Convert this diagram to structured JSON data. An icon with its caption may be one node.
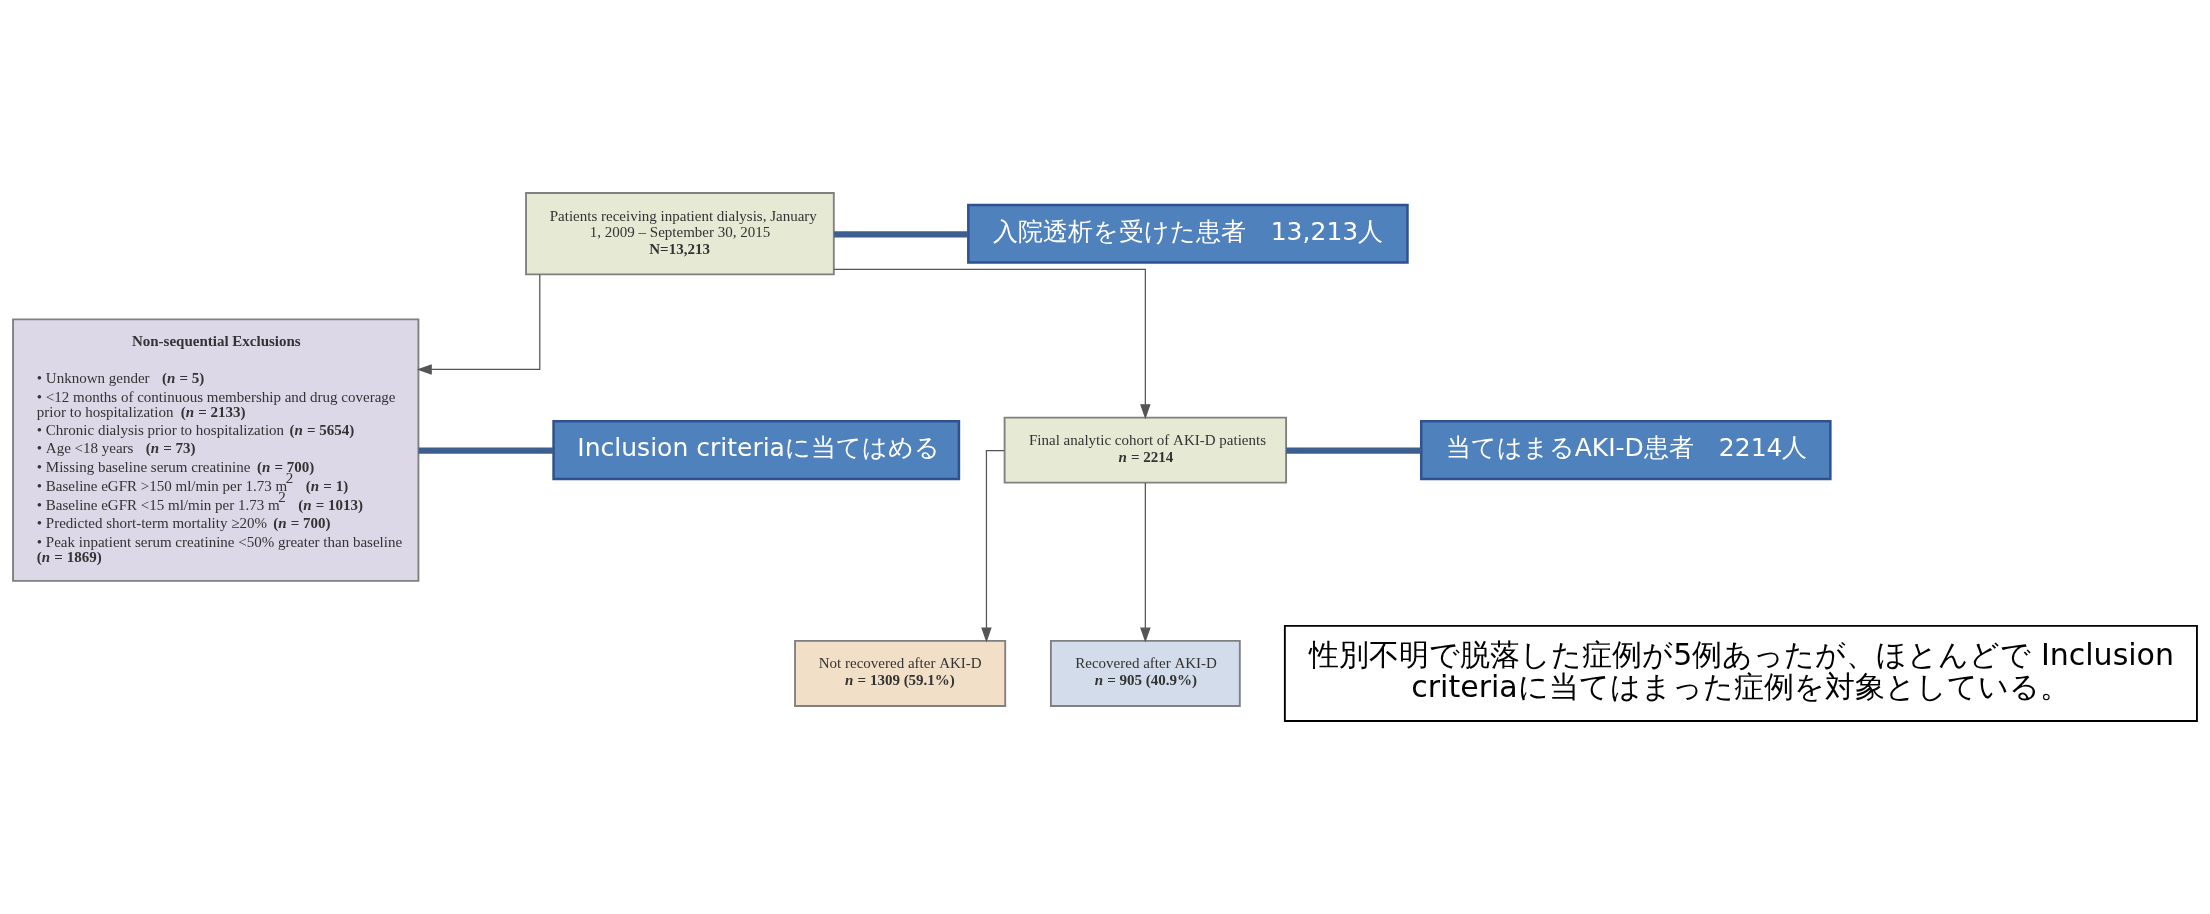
{
  "diagram": {
    "nodes": [
      {
        "text": [
          "Patients receiving inpatient dialysis, January 1, 2009 – September 30, 2015",
          "**N=13,213**"
        ]
      },
      {
        "text": [
          "**Non-sequential Exclusions**",
          "• Unknown gender **(*n* = 5)**",
          "• <12 months of continuous membership and drug coverage prior to hospitalization **(*n* = 2133)**",
          "• Chronic dialysis prior to hospitalization **(*n* = 5654)**",
          "• Age <18 years **(*n* = 73)**",
          "• Missing baseline serum creatinine **(*n* = 700)**",
          "• Baseline eGFR >150 ml/min per 1.73 m$^{2}$ **(*n* = 1)**",
          "• Baseline eGFR <15 ml/min per 1.73 m$^{2}$ **(*n* = 1013)**",
          "• Predicted short-term mortality ≥20% **(*n* = 700)**",
          "• Peak inpatient serum creatinine <50% greater than baseline **(*n* = 1869)**"
        ]
      },
      {
        "text": [
          "Final analytic cohort of AKI-D patients",
          "***n* = 2214**"
        ]
      },
      {
        "text": [
          "Not recovered after AKI-D",
          "***n* = 1309 (59.1%)**"
        ]
      },
      {
        "text": [
          "Recovered after AKI-D",
          "***n* = 905 (40.9%)**"
        ]
      },
      {
        "text": [
          "入院透析を受けた患者　13,213人"
        ]
      },
      {
        "text": [
          "Inclusion criteriaに当てはめる"
        ]
      },
      {
        "text": [
          "当てはまるAKI-D患者　2214人"
        ]
      },
      {
        "text": [
          "性別不明で脱落した症例が5例あったが、ほとんどで Inclusion criteriaに当てはまった症例を対象としている。"
        ]
      }
    ],
    "edges": [
      {
        "from": 0,
        "to": 1,
        "arrow": "to"
      },
      {
        "from": 0,
        "to": 2,
        "arrow": "to"
      },
      {
        "from": 2,
        "to": 3,
        "arrow": "to"
      },
      {
        "from": 2,
        "to": 4,
        "arrow": "to"
      },
      {
        "from": 0,
        "to": 5,
        "arrow": "none",
        "style": "thick",
        "color": "#3c5f8f"
      },
      {
        "from": 1,
        "to": 6,
        "arrow": "none",
        "style": "thick",
        "color": "#3c5f8f"
      },
      {
        "from": 2,
        "to": 7,
        "arrow": "none",
        "style": "thick",
        "color": "#3c5f8f"
      }
    ]
  }
}
